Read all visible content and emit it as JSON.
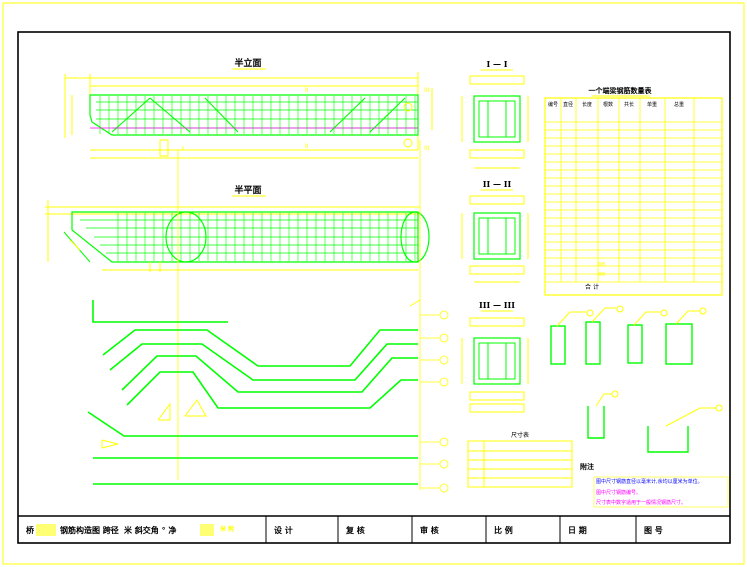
{
  "views": {
    "elevation_title": "半立面",
    "plan_title": "半平面",
    "section_1_title": "I — I",
    "section_2_title": "II — II",
    "section_3_title": "III — III"
  },
  "table": {
    "title": "一个端梁钢筋数量表",
    "headers": [
      "编号",
      "直径",
      "长度",
      "根数",
      "共长",
      "单重",
      "总重"
    ],
    "total_label": "合 计",
    "mark_a": "Φ8",
    "mark_b": "Φ8"
  },
  "small_table": {
    "title": "尺寸表"
  },
  "notes": {
    "heading": "附注",
    "line1": "图中尺寸钢筋直径以毫米计,余均以厘米为单位。",
    "line2": "图中尺寸钢筋编号。",
    "line3": "尺寸表中数字适用于一般情况钢筋尺寸。"
  },
  "title_block": {
    "drawing_title_a": "桥",
    "drawing_title_b": "钢筋构造图 跨径",
    "drawing_title_c": "米 斜交角  °  净",
    "drawing_title_d": "米 附",
    "design": "设 计",
    "review": "复 核",
    "approve": "审 核",
    "scale": "比 例",
    "date": "日 期",
    "drawing_no": "图 号"
  },
  "colors": {
    "background": "#ffffff",
    "border": "#ffff00",
    "frame": "#000000",
    "rebar": "#00ff00",
    "dimension": "#ffff00",
    "hidden": "#00ffff",
    "note_blue": "#0000ff",
    "magenta": "#ff00ff"
  }
}
